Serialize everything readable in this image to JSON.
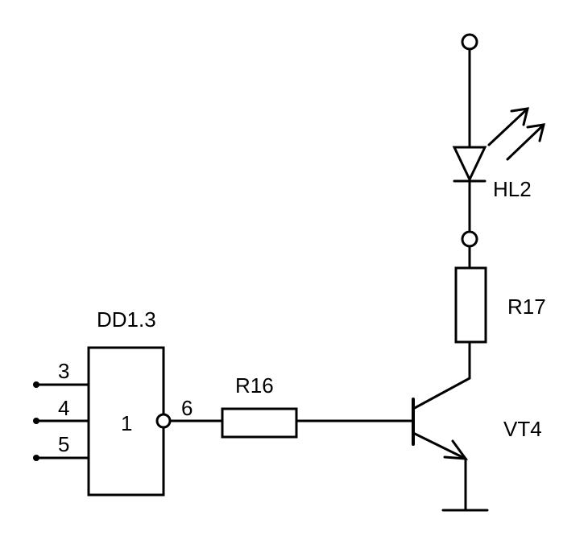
{
  "components": {
    "gate": {
      "ref": "DD1.3",
      "symbol": "1",
      "inputs": [
        "3",
        "4",
        "5"
      ],
      "output_pin": "6"
    },
    "r16": {
      "ref": "R16"
    },
    "r17": {
      "ref": "R17"
    },
    "led": {
      "ref": "HL2"
    },
    "transistor": {
      "ref": "VT4"
    }
  }
}
